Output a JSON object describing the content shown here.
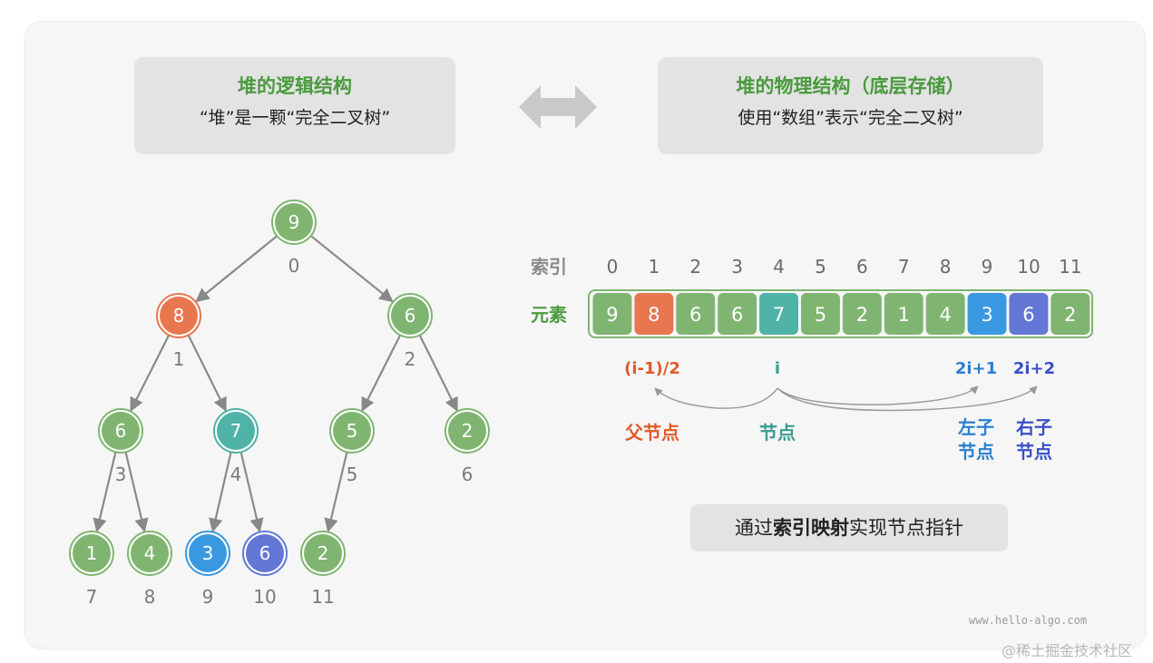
{
  "header_left": {
    "title": "堆的逻辑结构",
    "subtitle": "“堆”是一颗“完全二叉树”"
  },
  "header_right": {
    "title": "堆的物理结构（底层存储）",
    "subtitle": "使用“数组”表示“完全二叉树”"
  },
  "array": {
    "index_label": "索引",
    "element_label": "元素",
    "indices": [
      "0",
      "1",
      "2",
      "3",
      "4",
      "5",
      "6",
      "7",
      "8",
      "9",
      "10",
      "11"
    ],
    "values": [
      "9",
      "8",
      "6",
      "6",
      "7",
      "5",
      "2",
      "1",
      "4",
      "3",
      "6",
      "2"
    ]
  },
  "tree_nodes": [
    {
      "value": "9",
      "index": "0"
    },
    {
      "value": "8",
      "index": "1"
    },
    {
      "value": "6",
      "index": "2"
    },
    {
      "value": "6",
      "index": "3"
    },
    {
      "value": "7",
      "index": "4"
    },
    {
      "value": "5",
      "index": "5"
    },
    {
      "value": "2",
      "index": "6"
    },
    {
      "value": "1",
      "index": "7"
    },
    {
      "value": "4",
      "index": "8"
    },
    {
      "value": "3",
      "index": "9"
    },
    {
      "value": "6",
      "index": "10"
    },
    {
      "value": "2",
      "index": "11"
    }
  ],
  "formulas": {
    "parent": "(i-1)/2",
    "self": "i",
    "left": "2i+1",
    "right": "2i+2",
    "parent_label": "父节点",
    "self_label": "节点",
    "left_label_1": "左子",
    "left_label_2": "节点",
    "right_label_1": "右子",
    "right_label_2": "节点"
  },
  "bottom": {
    "pre": "通过",
    "bold": "索引映射",
    "post": "实现节点指针"
  },
  "watermark": "www.hello-algo.com",
  "footer": "@稀土掘金技术社区",
  "colors": {
    "green": "#7fb570",
    "orange": "#e8764e",
    "teal": "#4fb3a7",
    "blue": "#3a98e0",
    "indigo": "#6277d6",
    "title_green": "#4a9a3e"
  }
}
